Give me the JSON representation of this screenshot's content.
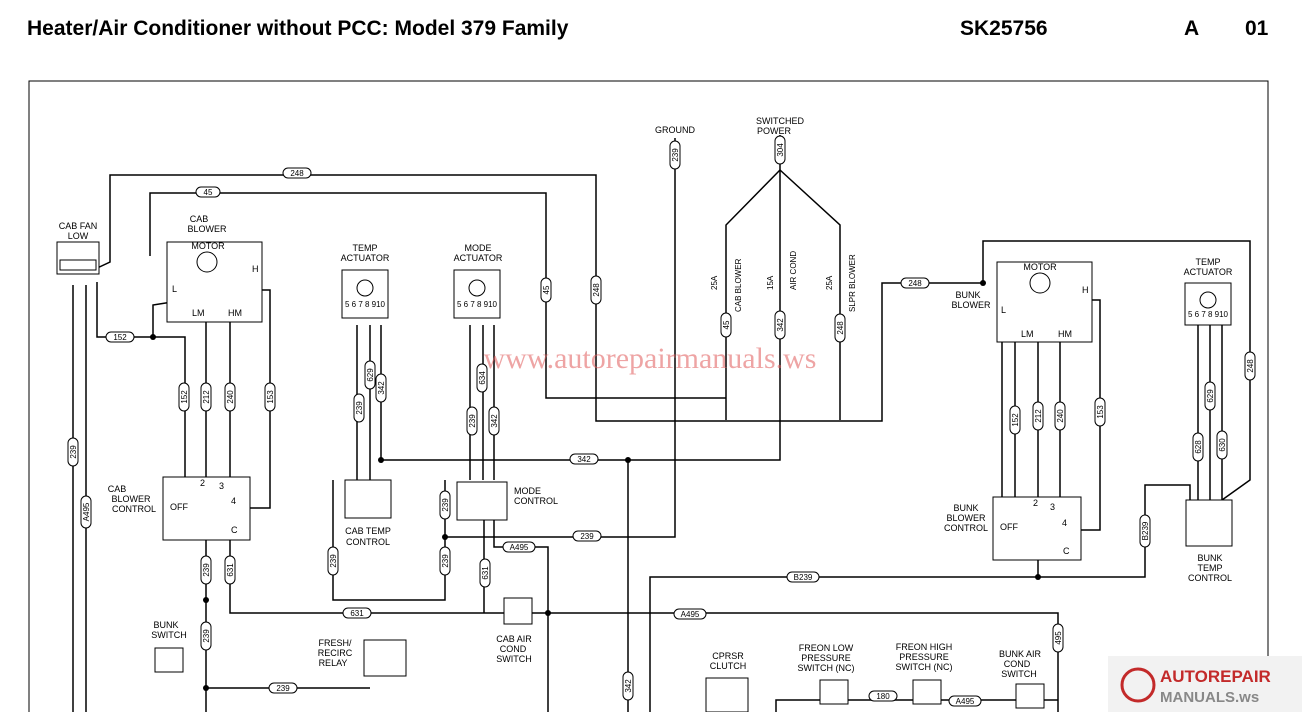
{
  "header": {
    "title": "Heater/Air Conditioner without PCC:  Model 379 Family",
    "doc_number": "SK25756",
    "revision": "A",
    "sheet": "01"
  },
  "watermark": {
    "url_text": "www.autorepairmanuals.ws",
    "logo_line1": "AUTOREPAIR",
    "logo_line2": "MANUALS.ws"
  },
  "labels": {
    "ground": "GROUND",
    "switched_power": [
      "SWITCHED",
      "POWER"
    ],
    "cab_fan_low": [
      "CAB FAN",
      "LOW"
    ],
    "cab_blower": [
      "CAB",
      "BLOWER"
    ],
    "motor": "MOTOR",
    "temp_actuator": [
      "TEMP",
      "ACTUATOR"
    ],
    "mode_actuator": [
      "MODE",
      "ACTUATOR"
    ],
    "actuator_pins": "5 6 7 8 910",
    "bunk_blower": [
      "BUNK",
      "BLOWER"
    ],
    "cab_blower_control": [
      "CAB",
      "BLOWER",
      "CONTROL"
    ],
    "cab_temp_control": [
      "CAB TEMP",
      "CONTROL"
    ],
    "mode_control": [
      "MODE",
      "CONTROL"
    ],
    "bunk_blower_control": [
      "BUNK",
      "BLOWER",
      "CONTROL"
    ],
    "bunk_temp_control": [
      "BUNK",
      "TEMP",
      "CONTROL"
    ],
    "bunk_switch": [
      "BUNK",
      "SWITCH"
    ],
    "fresh_recirc_relay": [
      "FRESH/",
      "RECIRC",
      "RELAY"
    ],
    "cab_air_cond_switch": [
      "CAB AIR",
      "COND",
      "SWITCH"
    ],
    "cpsr_clutch": [
      "CPRSR",
      "CLUTCH"
    ],
    "freon_low": [
      "FREON LOW",
      "PRESSURE",
      "SWITCH (NC)"
    ],
    "freon_high": [
      "FREON HIGH",
      "PRESSURE",
      "SWITCH (NC)"
    ],
    "bunk_air_cond_switch": [
      "BUNK AIR",
      "COND",
      "SWITCH"
    ],
    "fuse_cab_blower": "CAB BLOWER",
    "fuse_air_cond": "AIR COND",
    "fuse_slpr_blower": "SLPR BLOWER",
    "fuse_25a": "25A",
    "fuse_15a": "15A",
    "term_l": "L",
    "term_lm": "LM",
    "term_hm": "HM",
    "term_h": "H",
    "term_off": "OFF",
    "term_c": "C",
    "term_2": "2",
    "term_3": "3",
    "term_4": "4"
  },
  "wires": {
    "w239": "239",
    "w304": "304",
    "w248": "248",
    "w45": "45",
    "w152": "152",
    "w212": "212",
    "w240": "240",
    "w153": "153",
    "w342": "342",
    "w629": "629",
    "w634": "634",
    "w631": "631",
    "wA495": "A495",
    "w628": "628",
    "w630": "630",
    "wB239": "B239",
    "w495": "495",
    "w180": "180"
  }
}
